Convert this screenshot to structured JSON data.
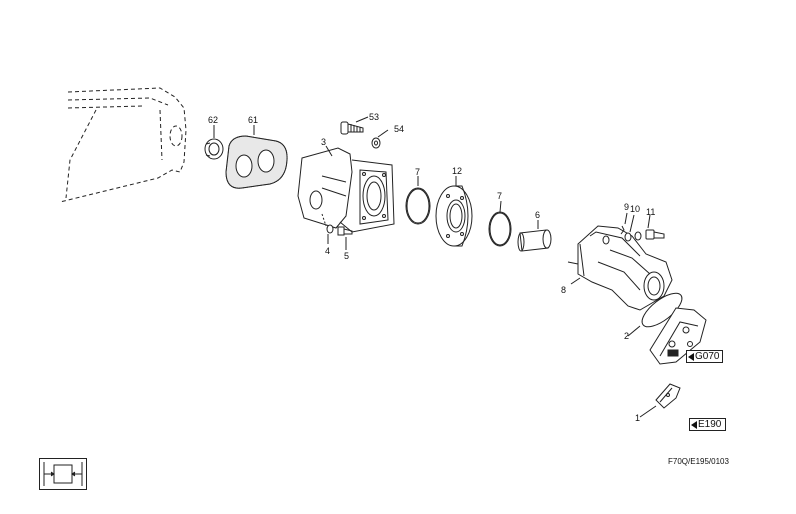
{
  "parts": [
    {
      "label": "62"
    },
    {
      "label": "61"
    },
    {
      "label": "53"
    },
    {
      "label": "54"
    },
    {
      "label": "3"
    },
    {
      "label": "7"
    },
    {
      "label": "12"
    },
    {
      "label": "7"
    },
    {
      "label": "6"
    },
    {
      "label": "9"
    },
    {
      "label": "10"
    },
    {
      "label": "11"
    },
    {
      "label": "4"
    },
    {
      "label": "5"
    },
    {
      "label": "8"
    },
    {
      "label": "2"
    },
    {
      "label": "1"
    }
  ],
  "refs": {
    "g070": "G070",
    "e190": "E190"
  },
  "drawing_code": "F70Q/E195/0103"
}
